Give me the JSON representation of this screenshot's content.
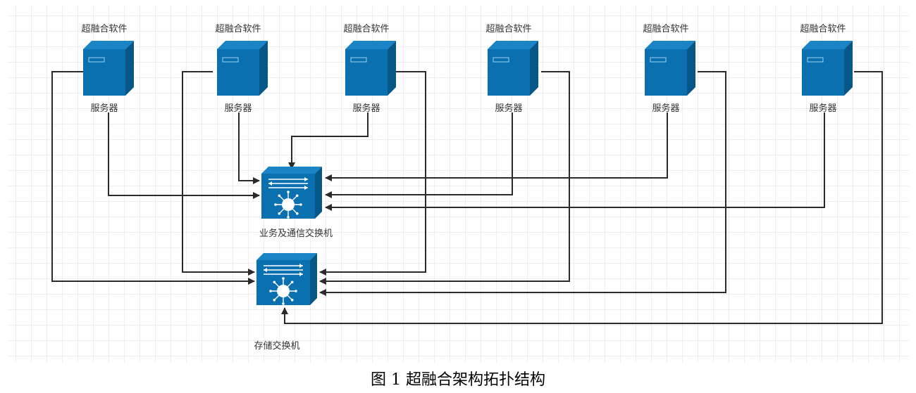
{
  "colors": {
    "device": "#0a70b0",
    "device_dark": "#075688",
    "device_top": "#1a84c6",
    "line": "#2b2b2b",
    "grid": "#dcdcdc"
  },
  "servers": [
    {
      "software": "超融合软件",
      "label": "服务器"
    },
    {
      "software": "超融合软件",
      "label": "服务器"
    },
    {
      "software": "超融合软件",
      "label": "服务器"
    },
    {
      "software": "超融合软件",
      "label": "服务器"
    },
    {
      "software": "超融合软件",
      "label": "服务器"
    },
    {
      "software": "超融合软件",
      "label": "服务器"
    }
  ],
  "switches": {
    "business": {
      "label": "业务及通信交换机",
      "icon": "layer3-switch-icon"
    },
    "storage": {
      "label": "存储交换机",
      "icon": "layer3-switch-icon"
    }
  },
  "caption": "图 1  超融合架构拓扑结构"
}
